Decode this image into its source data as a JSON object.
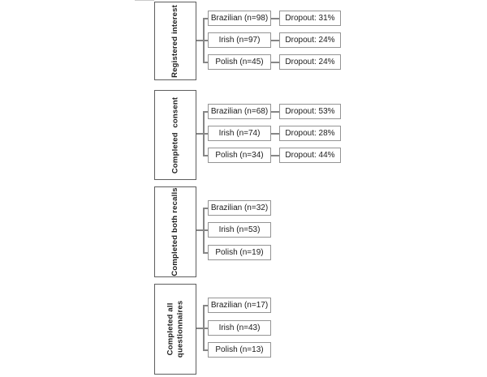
{
  "colors": {
    "box_border": "#949494",
    "stage_border": "#5e5e5e",
    "line": "#868686",
    "text": "#1b1b1b",
    "background": "#ffffff"
  },
  "diagram": {
    "sections": [
      {
        "stage_label": "Registered interest",
        "groups": [
          {
            "label": "Brazilian (n=98)",
            "dropout": "Dropout: 31%"
          },
          {
            "label": "Irish (n=97)",
            "dropout": "Dropout: 24%"
          },
          {
            "label": "Polish (n=45)",
            "dropout": "Dropout: 24%"
          }
        ]
      },
      {
        "stage_label": "Completed  consent",
        "groups": [
          {
            "label": "Brazilian (n=68)",
            "dropout": "Dropout: 53%"
          },
          {
            "label": "Irish (n=74)",
            "dropout": "Dropout: 28%"
          },
          {
            "label": "Polish (n=34)",
            "dropout": "Dropout: 44%"
          }
        ]
      },
      {
        "stage_label": "Completed both recalls",
        "groups": [
          {
            "label": "Brazilian (n=32)"
          },
          {
            "label": "Irish (n=53)"
          },
          {
            "label": "Polish (n=19)"
          }
        ]
      },
      {
        "stage_label": "Completed all\nquestionnaires",
        "groups": [
          {
            "label": "Brazilian (n=17)"
          },
          {
            "label": "Irish (n=43)"
          },
          {
            "label": "Polish (n=13)"
          }
        ]
      }
    ]
  }
}
